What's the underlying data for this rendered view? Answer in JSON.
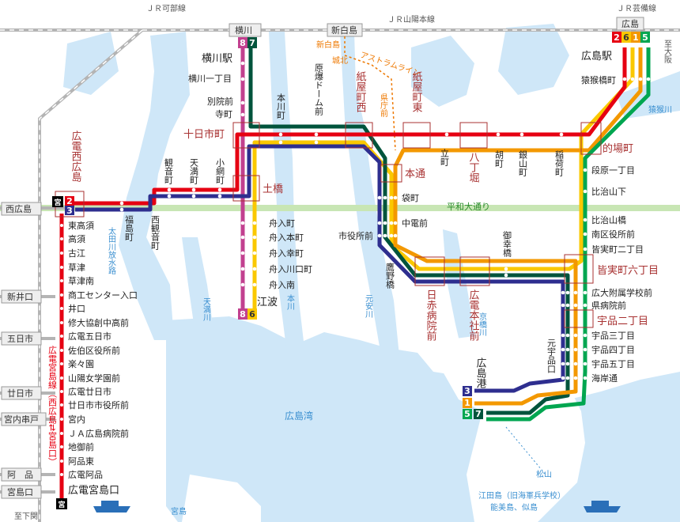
{
  "jr": {
    "kabe": "ＪＲ可部線",
    "sanyo": "ＪＲ山陽本線",
    "geibi": "ＪＲ芸備線",
    "shinhiroshima": "新白島",
    "hiroshima": "広島",
    "yokogawa": "横川",
    "nishihiroshima": "西広島",
    "shiniguchi": "新井口",
    "itsukaichi": "五日市",
    "hatsukaichi": "廿日市",
    "miyauchikushido": "宮内串戸",
    "ajina": "阿　品",
    "miyajimaguchi": "宮島口",
    "toshiba": "至下関",
    "tomiyoshi": "至大阪"
  },
  "astram": {
    "line": "アストラムライン",
    "shinhakushima": "新白島",
    "johoku": "城北",
    "kencho": "県庁前"
  },
  "water": {
    "ota": "太田",
    "housui": "川放水路",
    "temma": "天満川",
    "motoyasu": "元安川",
    "honkawa": "本川",
    "kyobashi": "京橋川",
    "enko": "猿猴川",
    "bay": "広島湾",
    "miyajima": "宮島",
    "matsuyama": "松山",
    "etajima": "江田島（旧海軍兵学校）",
    "nomijima": "能美島、似島"
  },
  "heiwa": "平和大通り",
  "labels": {
    "yokogawa_station": "横川駅",
    "yokogawa_itchome": "横川一丁目",
    "betsuin": "別院前",
    "teramachi": "寺町",
    "tokaichi": "十日市町",
    "dobashi": "土橋",
    "honkawacho": "本川町",
    "genbaku": "原爆ドーム前",
    "kamiyacho_nishi": "紙屋町西",
    "kamiyacho_higashi": "紙屋町東",
    "hondori": "本通",
    "tatemachi": "立町",
    "hatchobori": "八丁堀",
    "ebisucho": "胡町",
    "kanayamacho": "銀山町",
    "inaricho": "稲荷町",
    "matoba": "的場町",
    "enkobashi": "猿猴橋町",
    "hiroshima_station": "広島駅",
    "danbara": "段原一丁目",
    "hijiyama_shita": "比治山下",
    "hijiyama_bashi": "比治山橋",
    "minamiku": "南区役所前",
    "minamimachi2": "皆実町二丁目",
    "minamimachi6": "皆実町六丁目",
    "fuzoku": "広大附属学校前",
    "kenbyoin": "県病院前",
    "ujina2": "宇品二丁目",
    "ujina3": "宇品三丁目",
    "ujina4": "宇品四丁目",
    "ujina5": "宇品五丁目",
    "kaigan": "海岸通",
    "motoujina": "元宇品口",
    "port": "広島港",
    "funairimachi": "舟入町",
    "funairihonmachi": "舟入本町",
    "funairisaiwai": "舟入幸町",
    "funairikawaguchi": "舟入川口町",
    "funairiminami": "舟入南",
    "eba": "江波",
    "kanon": "観音町",
    "temmacho": "天満町",
    "koami": "小網町",
    "fukushima": "福島町",
    "nishikanon": "西観音町",
    "nishi_hiroden": "広電西広島",
    "fukuromachi": "袋町",
    "chudenmae": "中電前",
    "shiyakusho": "市役所前",
    "takanobashi": "鷹野橋",
    "nisseki": "日赤病院前",
    "honsha": "広電本社前",
    "miyukibashi": "御幸橋",
    "miyajima_line": "広電宮島線（西広島⇄宮島口）",
    "higashitakasu": "東高須",
    "takasu": "高須",
    "furue": "古江",
    "kusatsu": "草津",
    "kusatsuminami": "草津南",
    "shoko": "商工センター入口",
    "inokuchi": "井口",
    "shudo": "修大協創中高前",
    "itsukaichi_st": "広電五日市",
    "saeki": "佐伯区役所前",
    "rakurakuen": "楽々園",
    "sanyo_jogakuen": "山陽女学園前",
    "hatsukaichi_st": "広電廿日市",
    "hatsukaichi_shiyakusho": "廿日市市役所前",
    "miyauchi": "宮内",
    "ja": "ＪＡ広島病院前",
    "jigozen": "地御前",
    "ajina_higashi": "阿品東",
    "ajina_st": "広電阿品",
    "miyajimaguchi_st": "広電宮島口"
  },
  "badges": {
    "r1": "1",
    "r2": "2",
    "r3": "3",
    "r5": "5",
    "r6": "6",
    "r7": "7",
    "r8": "8",
    "miya": "宮"
  },
  "colors": {
    "route1": "#f39800",
    "route2": "#e60012",
    "route3": "#2e2e8f",
    "route5": "#00a650",
    "route6": "#fac800",
    "route7": "#00543c",
    "route8": "#c2408f",
    "jr": "#b4b4b4",
    "sea": "#cfe7f8",
    "river": "#cfe7f8",
    "avenue": "#c8e6b4",
    "astram": "#ee7800"
  }
}
